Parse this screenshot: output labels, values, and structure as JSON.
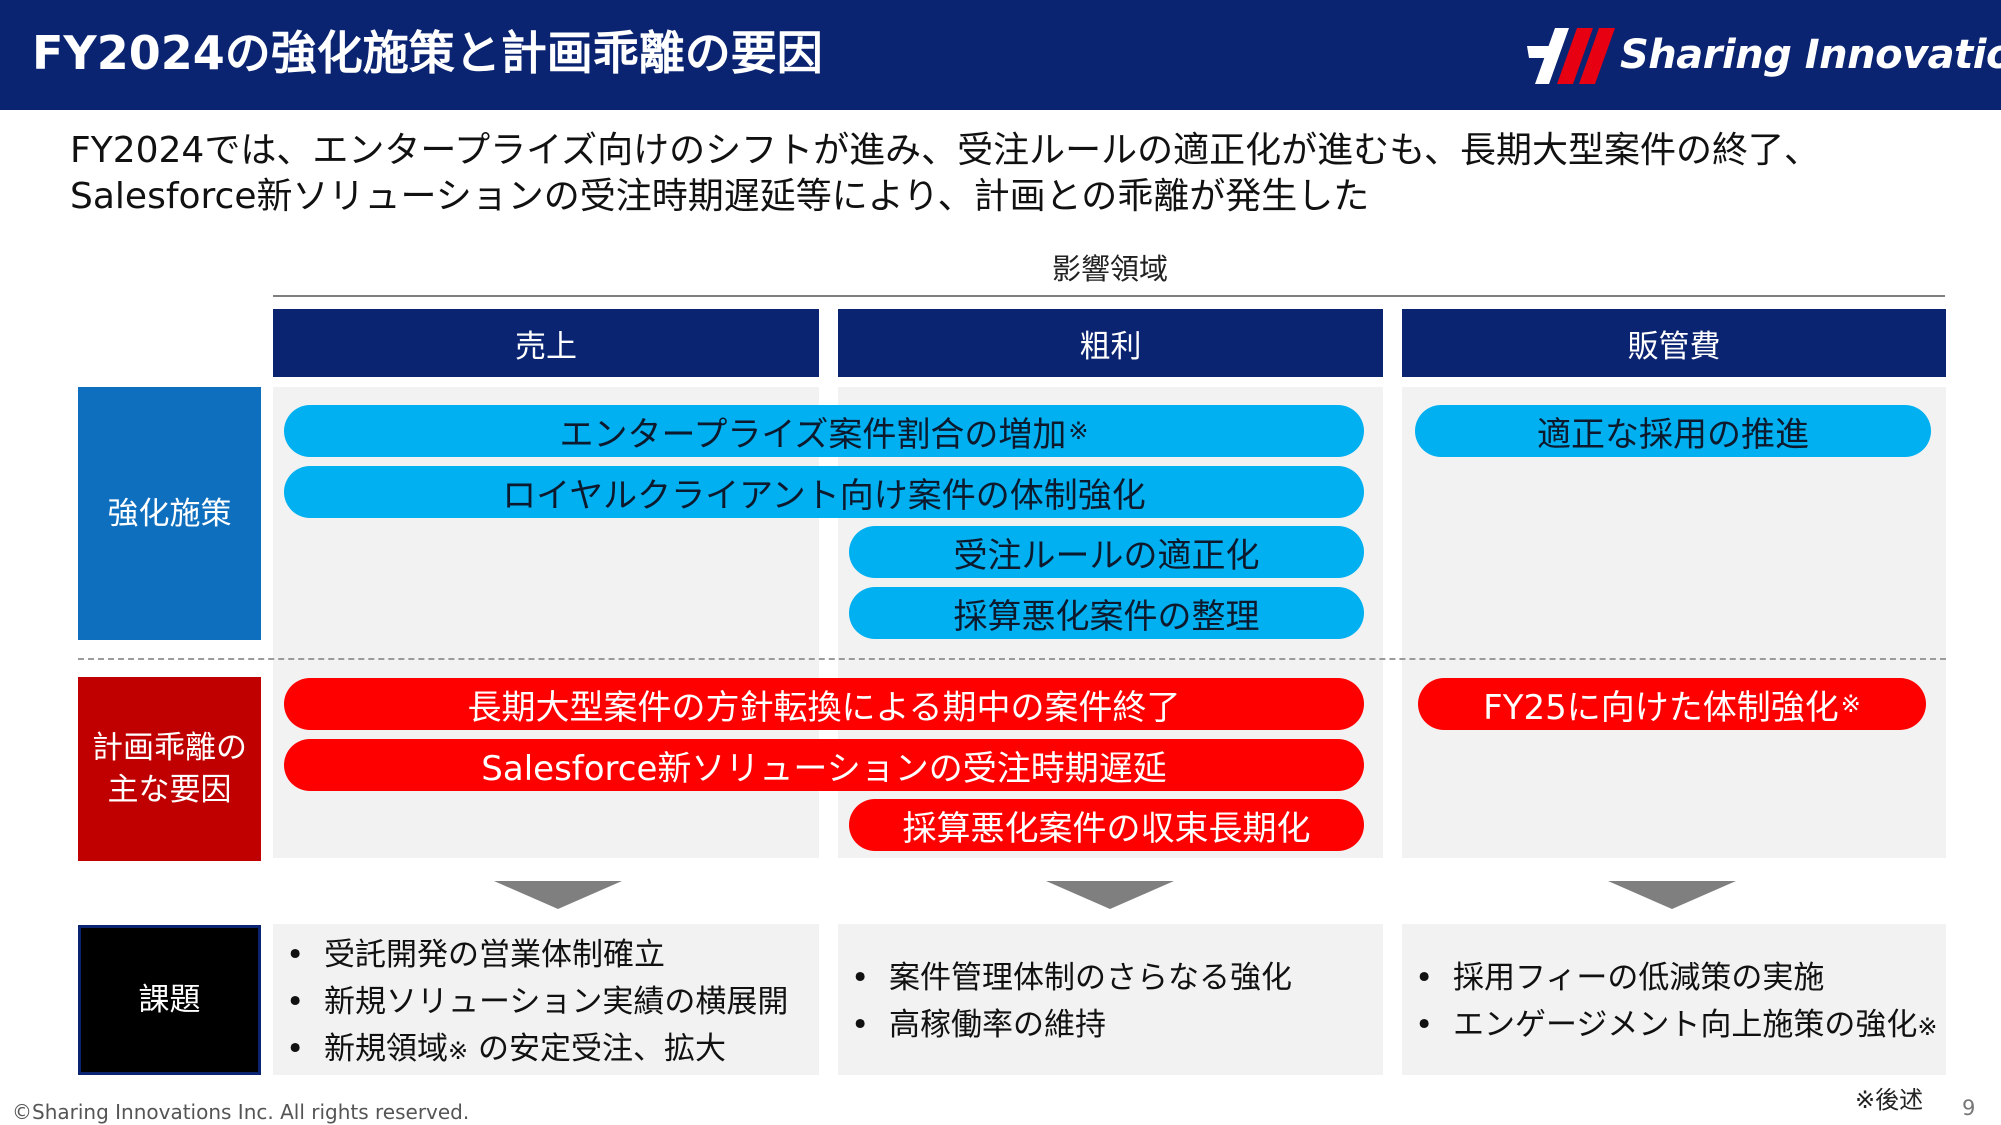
{
  "header": {
    "title": "FY2024の強化施策と計画乖離の要因",
    "logo_text": "Sharing Innovations",
    "color": "#0a2472"
  },
  "subtitle": {
    "line1": "FY2024では、エンタープライズ向けのシフトが進み、受注ルールの適正化が進むも、長期大型案件の終了、",
    "line2": "Salesforce新ソリューションの受注時期遅延等により、計画との乖離が発生した"
  },
  "impact_label": "影響領域",
  "columns": [
    "売上",
    "粗利",
    "販管費"
  ],
  "rows": {
    "strengthen": {
      "label": "強化施策",
      "color": "#0e6fbf"
    },
    "gap": {
      "label_line1": "計画乖離の",
      "label_line2": "主な要因",
      "color": "#c00000"
    },
    "issues": {
      "label": "課題",
      "color": "#000000"
    }
  },
  "strengthen_pills": [
    {
      "text": "エンタープライズ案件割合の増加",
      "note": "※"
    },
    {
      "text": "ロイヤルクライアント向け案件の体制強化",
      "note": ""
    },
    {
      "text": "受注ルールの適正化",
      "note": ""
    },
    {
      "text": "採算悪化案件の整理",
      "note": ""
    },
    {
      "text": "適正な採用の推進",
      "note": ""
    }
  ],
  "gap_pills": [
    {
      "text": "長期大型案件の方針転換による期中の案件終了",
      "note": ""
    },
    {
      "text": "Salesforce新ソリューションの受注時期遅延",
      "note": ""
    },
    {
      "text": "採算悪化案件の収束長期化",
      "note": ""
    },
    {
      "text": "FY25に向けた体制強化",
      "note": "※"
    }
  ],
  "issues": {
    "sales": [
      {
        "text": "受託開発の営業体制確立",
        "note": ""
      },
      {
        "text": "新規ソリューション実績の横展開",
        "note": ""
      },
      {
        "text": "新規領域",
        "note": "※",
        "tail": " の安定受注、拡大"
      }
    ],
    "gross_profit": [
      {
        "text": "案件管理体制のさらなる強化",
        "note": ""
      },
      {
        "text": "高稼働率の維持",
        "note": ""
      }
    ],
    "sga": [
      {
        "text": "採用フィーの低減策の実施",
        "note": ""
      },
      {
        "text": "エンゲージメント向上施策の強化",
        "note": "※"
      }
    ]
  },
  "bullet_symbol": "•",
  "footnote": "※後述",
  "copyright": "©Sharing Innovations Inc. All rights reserved.",
  "page_number": "9",
  "colors": {
    "pill_blue": "#00b0f0",
    "pill_red": "#ff0000",
    "panel_bg": "#f2f2f2",
    "arrow": "#7f7f7f"
  }
}
